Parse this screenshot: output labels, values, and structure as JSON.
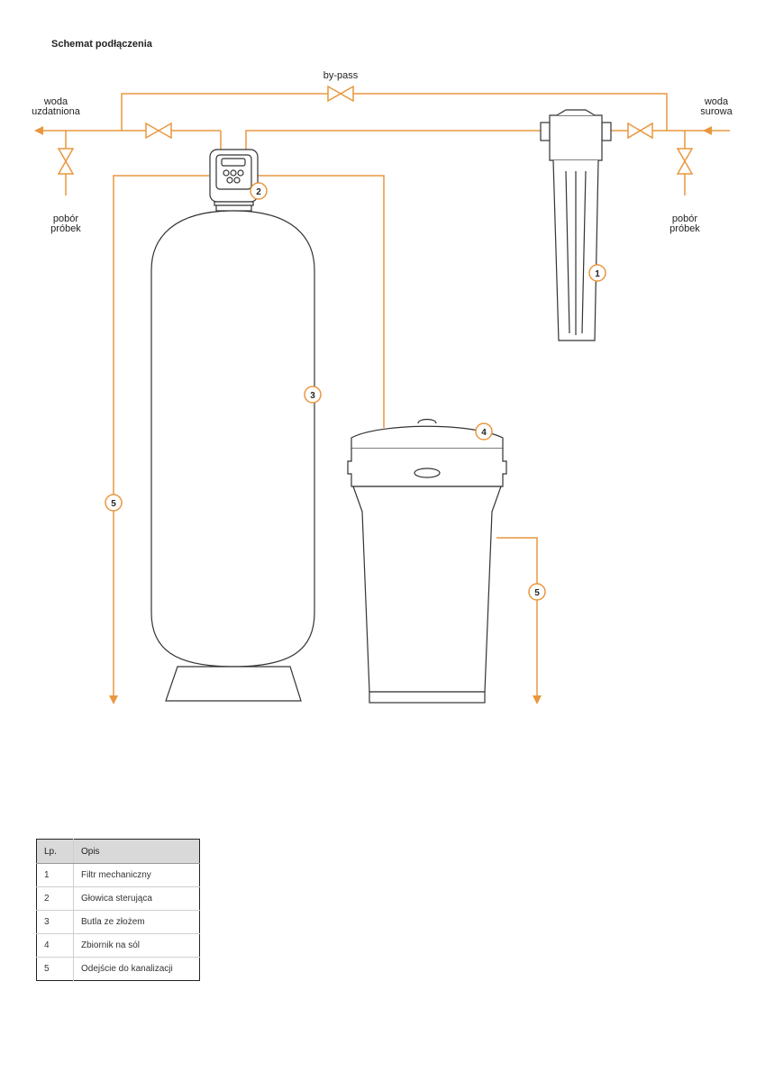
{
  "title": "Schemat podłączenia",
  "labels": {
    "bypass": "by-pass",
    "treated_water_line1": "woda",
    "treated_water_line2": "uzdatniona",
    "raw_water_line1": "woda",
    "raw_water_line2": "surowa",
    "sampling_line1": "pobór",
    "sampling_line2": "próbek"
  },
  "badges": [
    "1",
    "2",
    "3",
    "4",
    "5"
  ],
  "colors": {
    "pipe": "#e8973f",
    "outline": "#333333",
    "header_bg": "#d9d9d9"
  },
  "legend": {
    "headers": [
      "Lp.",
      "Opis"
    ],
    "rows": [
      {
        "num": "1",
        "desc": "Filtr mechaniczny"
      },
      {
        "num": "2",
        "desc": "Głowica sterująca"
      },
      {
        "num": "3",
        "desc": "Butla ze złożem"
      },
      {
        "num": "4",
        "desc": "Zbiornik na sól"
      },
      {
        "num": "5",
        "desc": "Odejście do kanalizacji"
      }
    ]
  }
}
